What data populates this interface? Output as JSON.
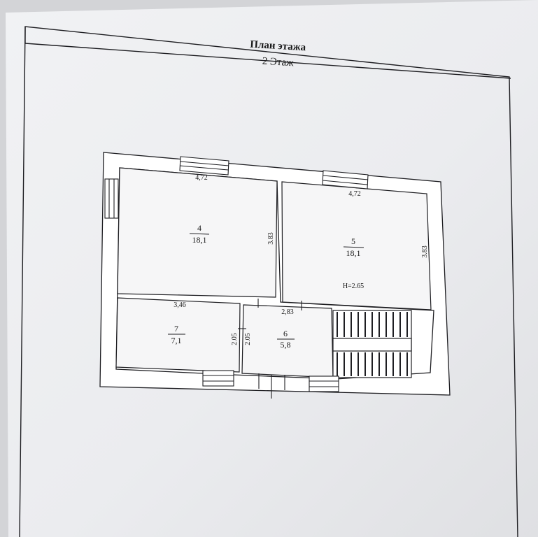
{
  "header": {
    "title": "План этажа",
    "floor": "2 Этаж"
  },
  "rooms": [
    {
      "number": "4",
      "area": "18,1"
    },
    {
      "number": "5",
      "area": "18,1"
    },
    {
      "number": "7",
      "area": "7,1"
    },
    {
      "number": "6",
      "area": "5,8"
    }
  ],
  "dimensions": {
    "room4_width": "4,72",
    "room4_height": "3.83",
    "room5_width": "4,72",
    "room5_height": "3.83",
    "ceiling_height": "H=2.65",
    "room7_width": "3,46",
    "room6_width": "2,83",
    "room7_height": "2.05",
    "room6_height": "2.05"
  },
  "colors": {
    "paper": "#eeeff1",
    "line": "#1e1e22",
    "wall": "#ffffff"
  }
}
